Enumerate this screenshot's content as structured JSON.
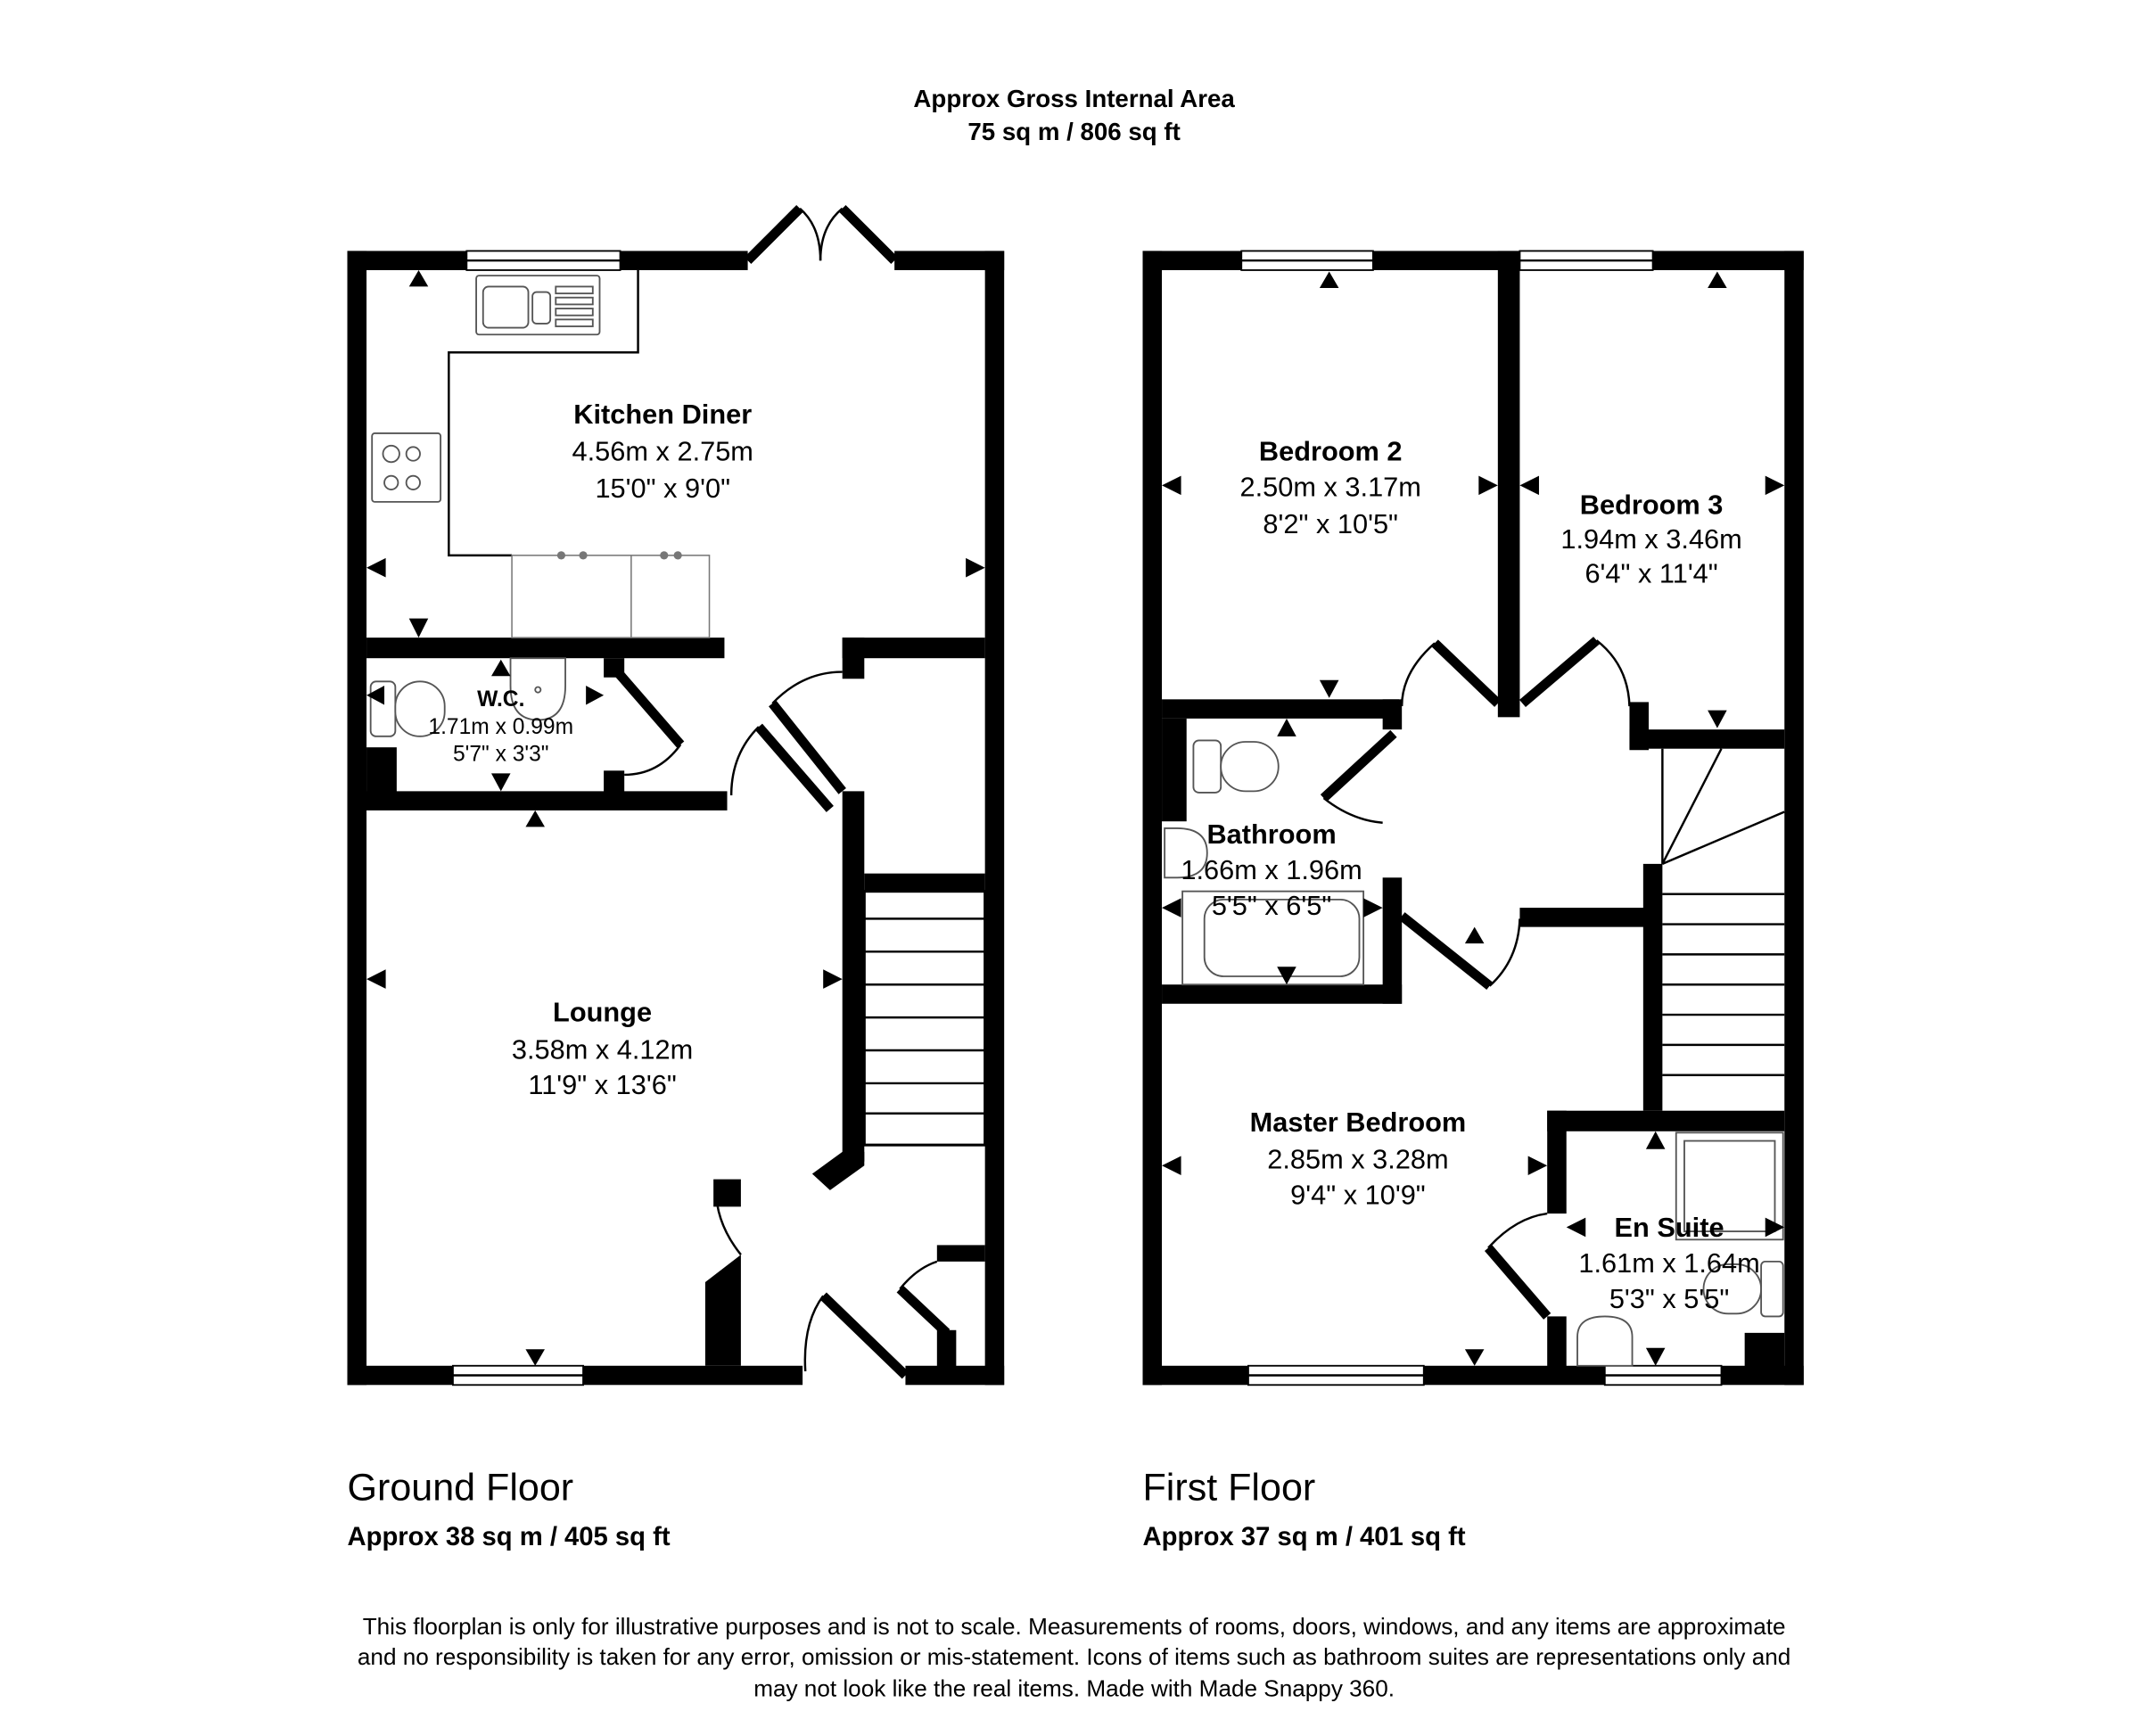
{
  "header": {
    "line1": "Approx Gross Internal Area",
    "line2": "75 sq m / 806 sq ft"
  },
  "ground_floor": {
    "title": "Ground Floor",
    "area": "Approx 38 sq m / 405 sq ft",
    "rooms": [
      {
        "name": "Kitchen Diner",
        "metric": "4.56m x 2.75m",
        "imperial": "15'0\" x 9'0\""
      },
      {
        "name": "W.C.",
        "metric": "1.71m x 0.99m",
        "imperial": "5'7\" x 3'3\""
      },
      {
        "name": "Lounge",
        "metric": "3.58m x 4.12m",
        "imperial": "11'9\" x 13'6\""
      }
    ]
  },
  "first_floor": {
    "title": "First Floor",
    "area": "Approx 37 sq m / 401 sq ft",
    "rooms": [
      {
        "name": "Bedroom 2",
        "metric": "2.50m x 3.17m",
        "imperial": "8'2\" x 10'5\""
      },
      {
        "name": "Bedroom 3",
        "metric": "1.94m x 3.46m",
        "imperial": "6'4\" x 11'4\""
      },
      {
        "name": "Bathroom",
        "metric": "1.66m x 1.96m",
        "imperial": "5'5\" x 6'5\""
      },
      {
        "name": "Master Bedroom",
        "metric": "2.85m x 3.28m",
        "imperial": "9'4\" x 10'9\""
      },
      {
        "name": "En Suite",
        "metric": "1.61m x 1.64m",
        "imperial": "5'3\" x 5'5\""
      }
    ]
  },
  "disclaimer": [
    "This floorplan is only for illustrative purposes and is not to scale. Measurements of rooms, doors, windows, and any items are approximate",
    "and no responsibility is taken for any error, omission or mis-statement. Icons of items such as bathroom suites are representations only and",
    "may not look like the real items. Made with Made Snappy 360."
  ],
  "colors": {
    "wall": "#000000",
    "background": "#ffffff"
  }
}
